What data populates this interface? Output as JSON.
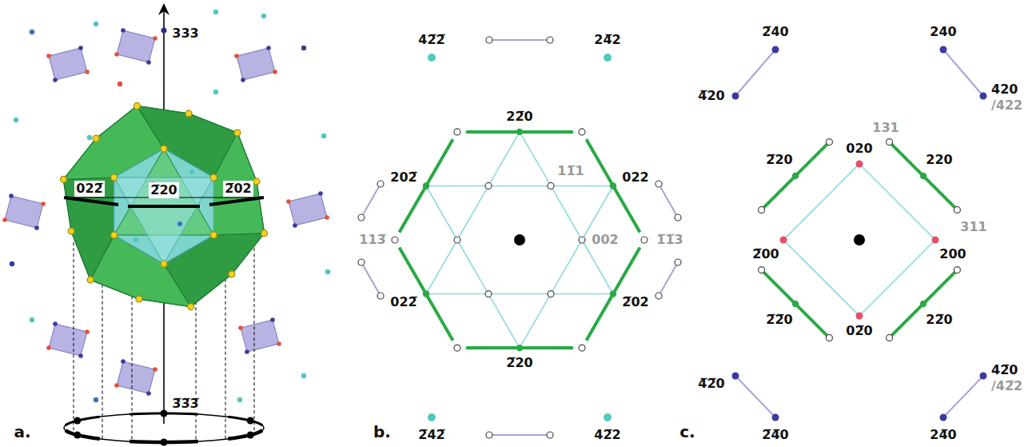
{
  "diagram": {
    "labels": [
      "333",
      "022̅",
      "2̅20",
      "2̅02",
      "3̅3̅3̅",
      "a.",
      "42̅2̅",
      "24̅2",
      "22̅0",
      "11̅1",
      "202̅",
      "022",
      "113̅",
      "002",
      "1̅1̅3",
      "022̅",
      "2̅02",
      "2̅20",
      "2̅42̅",
      "42̅2",
      "b.",
      "2̅40",
      "240",
      "131",
      "4̅20",
      "2̅20",
      "020",
      "220",
      "420",
      "/422",
      "311",
      "2̅00",
      "200",
      "02̅0",
      "4̅2̅0",
      "2̅2̅0",
      "22̅0",
      "42̅0",
      "/42̅2",
      "2̅4̅0",
      "24̅0",
      "c."
    ]
  }
}
